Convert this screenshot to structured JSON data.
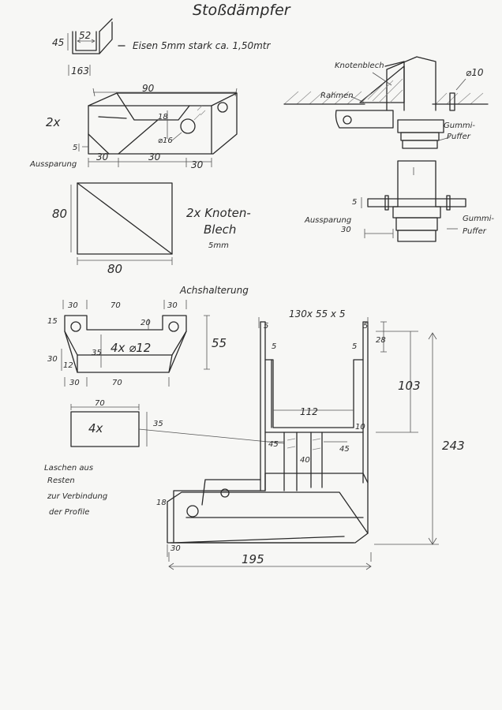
{
  "title": "Stoßdämpfer",
  "header": {
    "dim_45": "45",
    "dim_52": "52",
    "dim_163": "163",
    "material": "Eisen 5mm stark ca. 1,50mtr"
  },
  "bracket": {
    "count": "2x",
    "dim_90": "90",
    "dim_18": "18",
    "dim_16": "⌀16",
    "dim_5": "5",
    "dim_30a": "30",
    "dim_30b": "30",
    "dim_30c": "30",
    "label_aussparung": "Aussparung"
  },
  "knotenblech": {
    "dim_80_side": "80",
    "dim_80_bottom": "80",
    "label_line1": "2x Knoten-",
    "label_line2": "Blech",
    "label_line3": "5mm"
  },
  "assembly_top": {
    "knotenblech": "Knotenblech",
    "rahmen": "Rahmen",
    "phi10": "⌀10",
    "gummi_line1": "Gummi-",
    "gummi_line2": "Puffer"
  },
  "assembly_bottom": {
    "dim_5": "5",
    "aussparung": "Aussparung",
    "dim_30": "30",
    "gummi_line1": "Gummi-",
    "gummi_line2": "Puffer"
  },
  "achshalterung": {
    "title": "Achshalterung",
    "dim_30a": "30",
    "dim_70a": "70",
    "dim_30b": "30",
    "dim_15": "15",
    "dim_20": "20",
    "dim_55": "55",
    "dim_35": "35",
    "holes": "4x ⌀12",
    "dim_30c": "30",
    "dim_12": "12",
    "dim_30d": "30",
    "dim_70b": "70"
  },
  "lasche": {
    "dim_70": "70",
    "count": "4x",
    "dim_35": "35",
    "note_line1": "Laschen aus",
    "note_line2": "Resten",
    "note_line3": "zur Verbindung",
    "note_line4": "der Profile"
  },
  "profile": {
    "spec": "130x 55 x 5",
    "dim_5a": "5",
    "dim_5b": "5",
    "dim_5c": "5",
    "dim_5d": "5",
    "dim_28": "28",
    "dim_103": "103",
    "dim_243": "243",
    "dim_112": "112",
    "dim_45a": "45",
    "dim_45b": "45",
    "dim_10": "10",
    "dim_40": "40",
    "dim_18": "18",
    "dim_30": "30",
    "dim_195": "195"
  }
}
